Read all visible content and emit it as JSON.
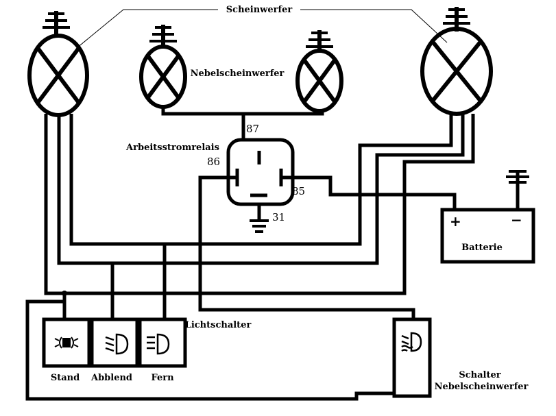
{
  "labels": {
    "headlights": "Scheinwerfer",
    "fog_lights": "Nebelscheinwerfer",
    "relay": "Arbeitsstromrelais",
    "light_switch": "Lichtschalter",
    "battery": "Batterie",
    "stand": "Stand",
    "abblend": "Abblend",
    "fern": "Fern",
    "fog_switch_line1": "Schalter",
    "fog_switch_line2": "Nebelscheinwerfer"
  },
  "terminals": {
    "t87": "87",
    "t86": "86",
    "t85": "85",
    "t31": "31"
  },
  "battery_signs": {
    "plus": "+",
    "minus": "−"
  }
}
